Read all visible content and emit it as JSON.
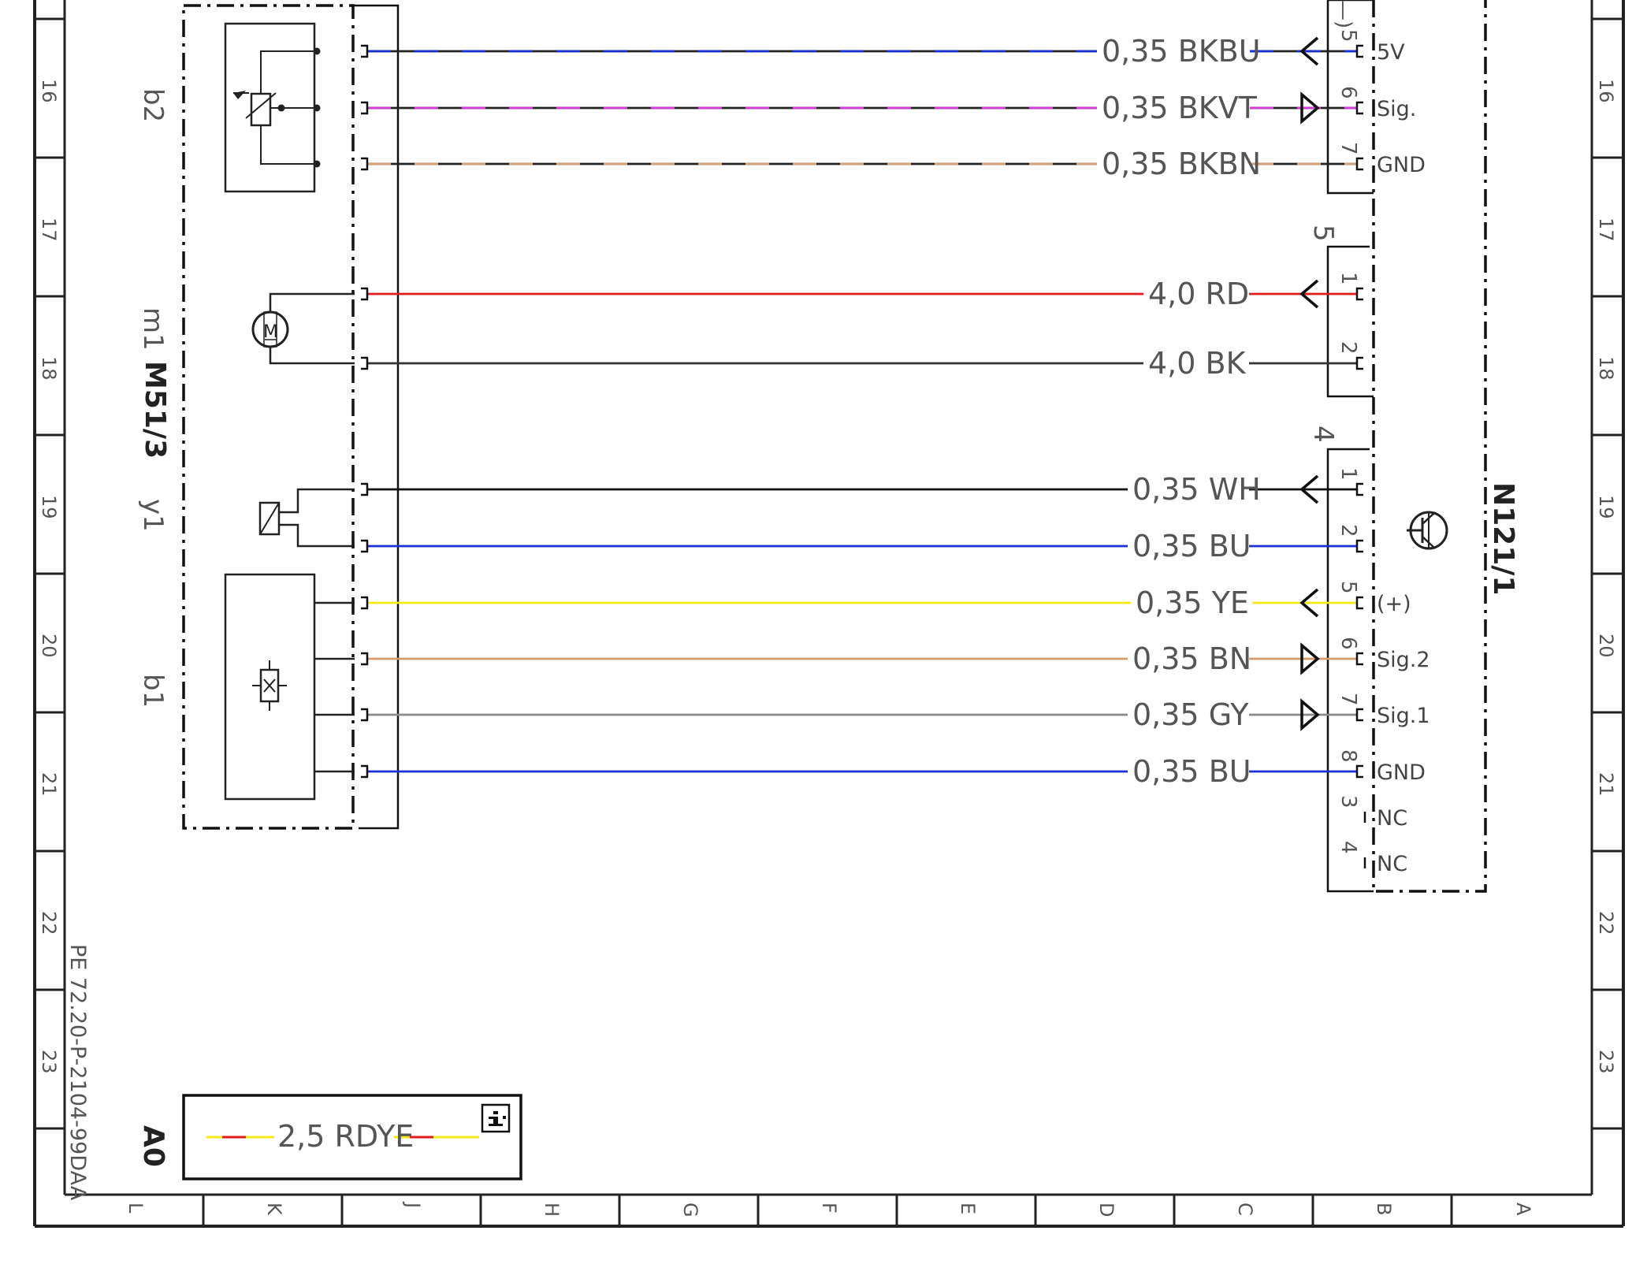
{
  "frame": {
    "row_labels": [
      "16",
      "17",
      "18",
      "19",
      "20",
      "21",
      "22",
      "23"
    ],
    "col_labels": [
      "L",
      "K",
      "J",
      "H",
      "G",
      "F",
      "E",
      "D",
      "C",
      "B",
      "A"
    ]
  },
  "document_id": "PE 72.20-P-2104-99DAA",
  "left_component": {
    "name": "M51/3",
    "subcomponents": [
      {
        "label": "b2",
        "symbol": "potentiometer"
      },
      {
        "label": "m1",
        "symbol": "motor",
        "motor_letter": "M"
      },
      {
        "label": "y1",
        "symbol": "solenoid"
      },
      {
        "label": "b1",
        "symbol": "hall-sensor"
      }
    ]
  },
  "right_component": {
    "name": "N121/1",
    "symbol": "transistor",
    "connectors": [
      {
        "number": "5",
        "pins": [
          {
            "num": "5",
            "label": "5V"
          },
          {
            "num": "6",
            "label": "Sig."
          },
          {
            "num": "7",
            "label": "GND"
          }
        ]
      },
      {
        "number": "5",
        "pins": [
          {
            "num": "1",
            "label": ""
          },
          {
            "num": "2",
            "label": ""
          }
        ]
      },
      {
        "number": "4",
        "pins": [
          {
            "num": "1",
            "label": ""
          },
          {
            "num": "2",
            "label": ""
          },
          {
            "num": "5",
            "label": "(+)"
          },
          {
            "num": "6",
            "label": "Sig.2"
          },
          {
            "num": "7",
            "label": "Sig.1"
          },
          {
            "num": "8",
            "label": "GND"
          },
          {
            "num": "3",
            "label": "NC"
          },
          {
            "num": "4",
            "label": "NC"
          }
        ]
      }
    ]
  },
  "wires": [
    {
      "label": "0,35 BKBU",
      "base_color": "#222222",
      "stripe_color": "#1a2fd6",
      "arrow": "left"
    },
    {
      "label": "0,35 BKVT",
      "base_color": "#222222",
      "stripe_color": "#d63ad6",
      "arrow": "right"
    },
    {
      "label": "0,35 BKBN",
      "base_color": "#222222",
      "stripe_color": "#d4a27a",
      "arrow": "none"
    },
    {
      "label": "4,0 RD",
      "base_color": "#e01b1b",
      "stripe_color": "",
      "arrow": "left"
    },
    {
      "label": "4,0 BK",
      "base_color": "#333333",
      "stripe_color": "",
      "arrow": "none"
    },
    {
      "label": "0,35 WH",
      "base_color": "#111111",
      "stripe_color": "",
      "arrow": "left"
    },
    {
      "label": "0,35 BU",
      "base_color": "#1a2fd6",
      "stripe_color": "",
      "arrow": "none"
    },
    {
      "label": "0,35 YE",
      "base_color": "#f2ea1a",
      "stripe_color": "",
      "arrow": "left"
    },
    {
      "label": "0,35 BN",
      "base_color": "#d49a6a",
      "stripe_color": "",
      "arrow": "right"
    },
    {
      "label": "0,35 GY",
      "base_color": "#8a8a8a",
      "stripe_color": "",
      "arrow": "right"
    },
    {
      "label": "0,35 BU",
      "base_color": "#1a2fd6",
      "stripe_color": "",
      "arrow": "none"
    }
  ],
  "legend": {
    "code": "A0",
    "wire_label": "2,5 RDYE",
    "base_color": "#f2ea1a",
    "stripe_color": "#e01b1b",
    "info_icon": "info-icon"
  }
}
